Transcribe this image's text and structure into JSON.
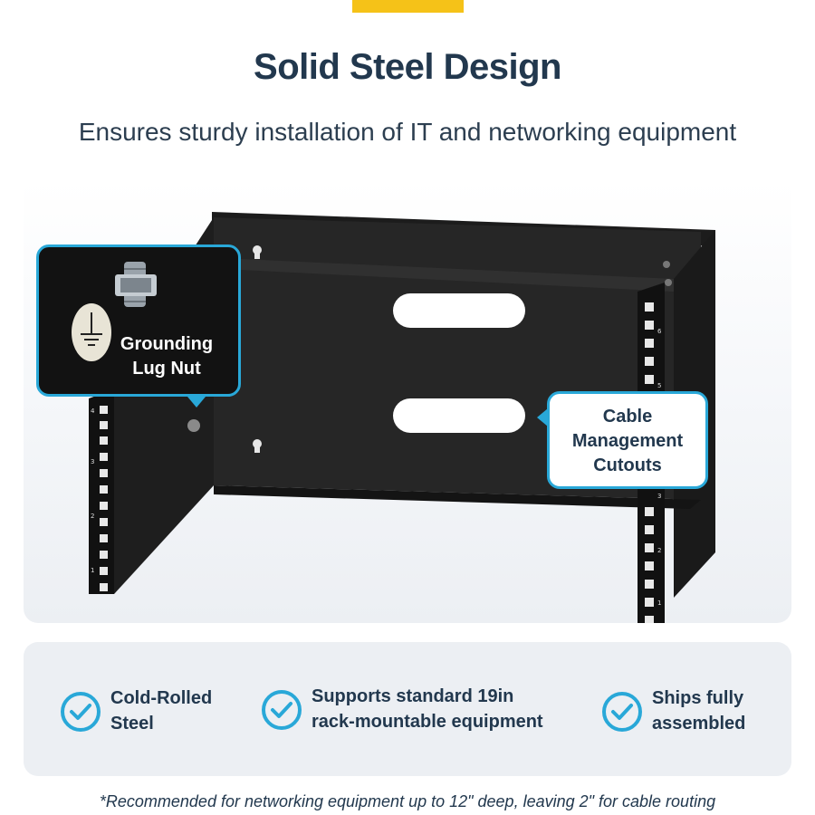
{
  "header": {
    "title": "Solid Steel Design",
    "subtitle": "Ensures sturdy installation of IT and networking equipment"
  },
  "colors": {
    "accent": "#f5c218",
    "heading": "#22384e",
    "callout_border": "#29a8d8",
    "check_icon": "#29a8d8",
    "panel_bg": "#eceff3"
  },
  "callouts": {
    "grounding": {
      "line1": "Grounding",
      "line2": "Lug Nut",
      "icon": "ground-symbol-icon"
    },
    "cable": {
      "line1": "Cable",
      "line2": "Management",
      "line3": "Cutouts"
    }
  },
  "product": {
    "rail_numbers_left": [
      "4",
      "3",
      "2",
      "1"
    ],
    "rail_numbers_right": [
      "6",
      "5",
      "3",
      "2",
      "1"
    ]
  },
  "features": [
    {
      "line1": "Cold-Rolled",
      "line2": "Steel",
      "icon": "check-circle-icon"
    },
    {
      "line1": "Supports standard 19in",
      "line2": "rack-mountable equipment",
      "icon": "check-circle-icon"
    },
    {
      "line1": "Ships fully",
      "line2": "assembled",
      "icon": "check-circle-icon"
    }
  ],
  "footnote": "*Recommended for networking equipment up to 12\" deep, leaving 2\" for cable routing"
}
